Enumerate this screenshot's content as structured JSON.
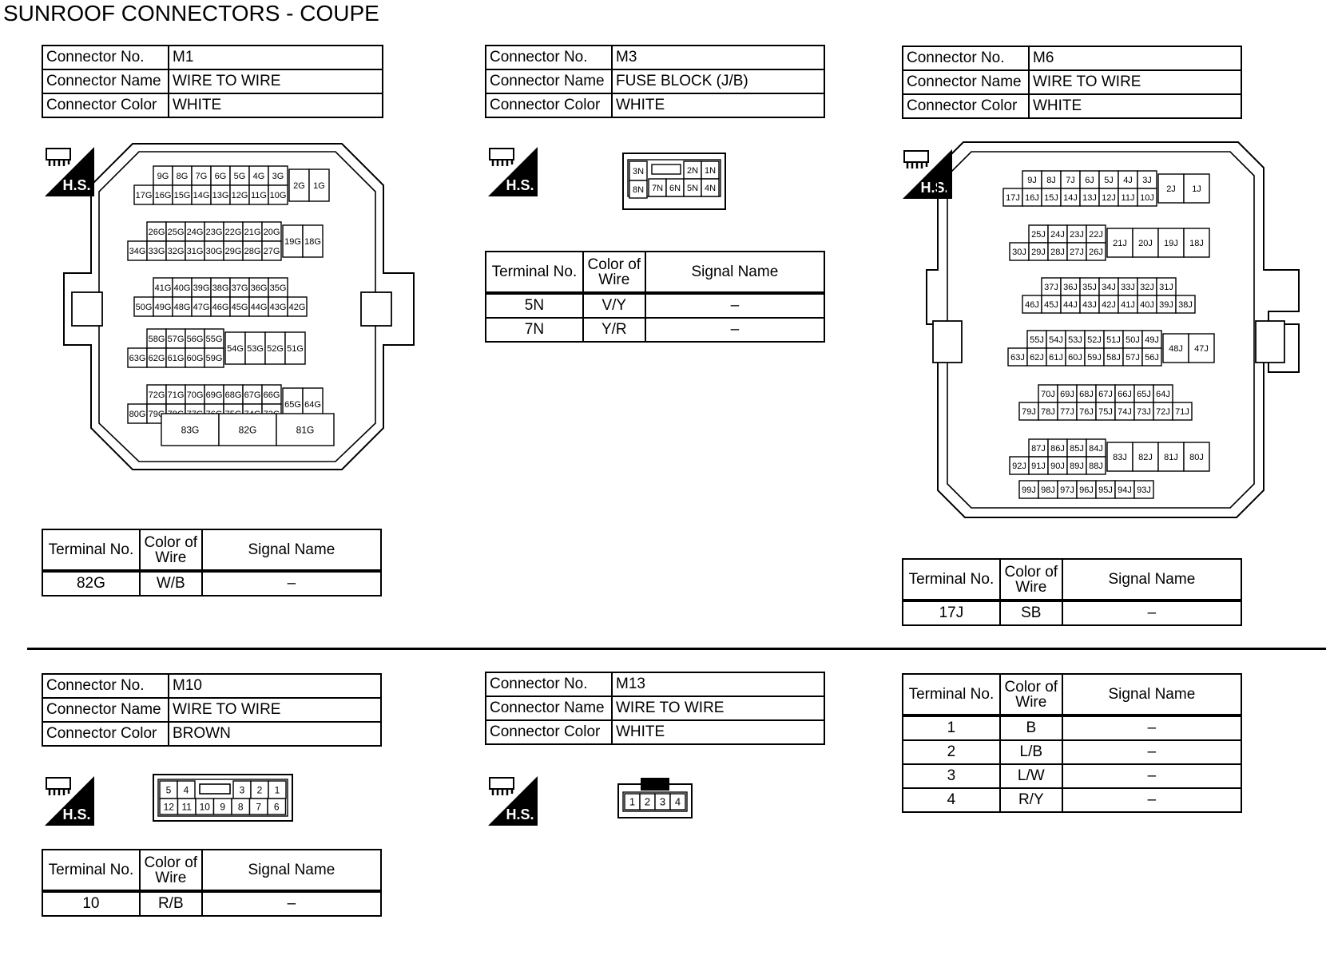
{
  "title": "SUNROOF CONNECTORS - COUPE",
  "labels": {
    "connector_no": "Connector No.",
    "connector_name": "Connector Name",
    "connector_color": "Connector Color",
    "terminal_no": "Terminal No.",
    "color_of_wire_1": "Color of",
    "color_of_wire_2": "Wire",
    "signal_name": "Signal Name",
    "hs": "H.S."
  },
  "connectors": {
    "m1": {
      "no": "M1",
      "name": "WIRE TO WIRE",
      "color": "WHITE",
      "terminals": [
        {
          "no": "82G",
          "wire": "W/B",
          "signal": "–"
        }
      ],
      "pin_rows": [
        {
          "top": [
            "9G",
            "8G",
            "7G",
            "6G",
            "5G",
            "4G",
            "3G"
          ],
          "bottom": [
            "17G",
            "16G",
            "15G",
            "14G",
            "13G",
            "12G",
            "11G",
            "10G"
          ],
          "right": [
            "2G",
            "1G"
          ]
        },
        {
          "top": [
            "26G",
            "25G",
            "24G",
            "23G",
            "22G",
            "21G",
            "20G"
          ],
          "bottom": [
            "34G",
            "33G",
            "32G",
            "31G",
            "30G",
            "29G",
            "28G",
            "27G"
          ],
          "right": [
            "19G",
            "18G"
          ]
        },
        {
          "top": [
            "41G",
            "40G",
            "39G",
            "38G",
            "37G",
            "36G",
            "35G"
          ],
          "bottom": [
            "50G",
            "49G",
            "48G",
            "47G",
            "46G",
            "45G",
            "44G",
            "43G",
            "42G"
          ],
          "right": []
        },
        {
          "top": [
            "58G",
            "57G",
            "56G",
            "55G"
          ],
          "bottom": [
            "63G",
            "62G",
            "61G",
            "60G",
            "59G"
          ],
          "right": [
            "54G",
            "53G",
            "52G",
            "51G"
          ]
        },
        {
          "top": [
            "72G",
            "71G",
            "70G",
            "69G",
            "68G",
            "67G",
            "66G"
          ],
          "bottom": [
            "80G",
            "79G",
            "78G",
            "77G",
            "76G",
            "75G",
            "74G",
            "73G"
          ],
          "right": [
            "65G",
            "64G"
          ]
        }
      ],
      "large": [
        "83G",
        "82G",
        "81G"
      ]
    },
    "m3": {
      "no": "M3",
      "name": "FUSE BLOCK (J/B)",
      "color": "WHITE",
      "terminals": [
        {
          "no": "5N",
          "wire": "V/Y",
          "signal": "–"
        },
        {
          "no": "7N",
          "wire": "Y/R",
          "signal": "–"
        }
      ],
      "pins": {
        "left_top": "3N",
        "left_bottom": "8N",
        "top": [
          "2N",
          "1N"
        ],
        "bottom": [
          "7N",
          "6N",
          "5N",
          "4N"
        ]
      }
    },
    "m6": {
      "no": "M6",
      "name": "WIRE TO WIRE",
      "color": "WHITE",
      "terminals": [
        {
          "no": "17J",
          "wire": "SB",
          "signal": "–"
        }
      ],
      "pin_rows": [
        {
          "top": [
            "9J",
            "8J",
            "7J",
            "6J",
            "5J",
            "4J",
            "3J"
          ],
          "bottom": [
            "17J",
            "16J",
            "15J",
            "14J",
            "13J",
            "12J",
            "11J",
            "10J"
          ],
          "right": [
            "2J",
            "1J"
          ]
        },
        {
          "top": [
            "25J",
            "24J",
            "23J",
            "22J"
          ],
          "bottom": [
            "30J",
            "29J",
            "28J",
            "27J",
            "26J"
          ],
          "right": [
            "21J",
            "20J",
            "19J",
            "18J"
          ]
        },
        {
          "top": [
            "37J",
            "36J",
            "35J",
            "34J",
            "33J",
            "32J",
            "31J"
          ],
          "bottom": [
            "46J",
            "45J",
            "44J",
            "43J",
            "42J",
            "41J",
            "40J",
            "39J",
            "38J"
          ],
          "right": []
        },
        {
          "top": [
            "55J",
            "54J",
            "53J",
            "52J",
            "51J",
            "50J",
            "49J"
          ],
          "bottom": [
            "63J",
            "62J",
            "61J",
            "60J",
            "59J",
            "58J",
            "57J",
            "56J"
          ],
          "right": [
            "48J",
            "47J"
          ]
        },
        {
          "top": [
            "70J",
            "69J",
            "68J",
            "67J",
            "66J",
            "65J",
            "64J"
          ],
          "bottom": [
            "79J",
            "78J",
            "77J",
            "76J",
            "75J",
            "74J",
            "73J",
            "72J",
            "71J"
          ],
          "right": []
        },
        {
          "top": [
            "87J",
            "86J",
            "85J",
            "84J"
          ],
          "bottom": [
            "92J",
            "91J",
            "90J",
            "89J",
            "88J"
          ],
          "right": [
            "83J",
            "82J",
            "81J",
            "80J"
          ]
        },
        {
          "top": [],
          "bottom": [
            "99J",
            "98J",
            "97J",
            "96J",
            "95J",
            "94J",
            "93J"
          ],
          "right": []
        }
      ]
    },
    "m10": {
      "no": "M10",
      "name": "WIRE TO WIRE",
      "color": "BROWN",
      "terminals": [
        {
          "no": "10",
          "wire": "R/B",
          "signal": "–"
        }
      ],
      "pins": {
        "top_left": [
          "5",
          "4"
        ],
        "top_right": [
          "3",
          "2",
          "1"
        ],
        "bottom": [
          "12",
          "11",
          "10",
          "9",
          "8",
          "7",
          "6"
        ]
      }
    },
    "m13": {
      "no": "M13",
      "name": "WIRE TO WIRE",
      "color": "WHITE",
      "terminals": [
        {
          "no": "1",
          "wire": "B",
          "signal": "–"
        },
        {
          "no": "2",
          "wire": "L/B",
          "signal": "–"
        },
        {
          "no": "3",
          "wire": "L/W",
          "signal": "–"
        },
        {
          "no": "4",
          "wire": "R/Y",
          "signal": "–"
        }
      ],
      "pins": [
        "1",
        "2",
        "3",
        "4"
      ]
    }
  }
}
